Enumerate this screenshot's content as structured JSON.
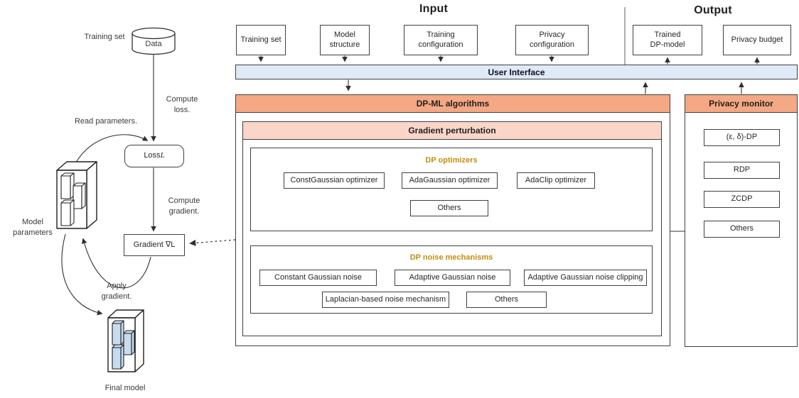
{
  "titles": {
    "input": "Input",
    "output": "Output"
  },
  "io_boxes": {
    "training_set": "Training set",
    "model_structure": "Model structure",
    "training_configuration": "Training configuration",
    "privacy_configuration": "Privacy configuration",
    "trained_dp_model": "Trained DP-model",
    "privacy_budget": "Privacy budget"
  },
  "ui_bar": {
    "label": "User Interface"
  },
  "dp_ml": {
    "header": "DP-ML algorithms",
    "gradient_perturbation": {
      "header": "Gradient perturbation",
      "dp_optimizers": {
        "title": "DP optimizers",
        "items": [
          "ConstGaussian optimizer",
          "AdaGaussian optimizer",
          "AdaClip optimizer",
          "Others"
        ]
      },
      "dp_noise": {
        "title": "DP noise mechanisms",
        "items": [
          "Constant Gaussian noise",
          "Adaptive Gaussian noise",
          "Adaptive Gaussian noise clipping",
          "Laplacian-based noise mechanism",
          "Others"
        ]
      }
    }
  },
  "privacy_monitor": {
    "header": "Privacy monitor",
    "items": [
      "(ε, δ)-DP",
      "RDP",
      "ZCDP",
      "Others"
    ]
  },
  "left_flow": {
    "training_set": "Training set",
    "data": "Data",
    "compute_loss": "Compute loss.",
    "read_parameters": "Read parameters.",
    "loss_prefix": "Loss ",
    "loss_symbol": "L",
    "compute_gradient": "Compute gradient.",
    "gradient": "Gradient ∇L",
    "model_parameters": "Model parameters",
    "apply_gradient": "Apply gradient.",
    "final_model": "Final model"
  },
  "colors": {
    "header_salmon": "#F5A884",
    "header_pink": "#FAD6C8",
    "ui_bar_blue": "#DEEAF6",
    "accent_gold": "#C28E0E",
    "model_block_blue": "#C7DCF0",
    "border_dark": "#404040"
  }
}
